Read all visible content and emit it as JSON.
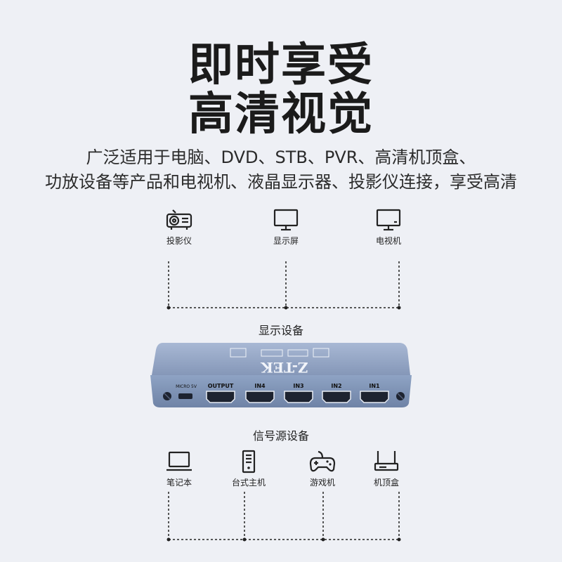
{
  "title_line1": "即时享受",
  "title_line2": "高清视觉",
  "desc_line1": "广泛适用于电脑、DVD、STB、PVR、高清机顶盒、",
  "desc_line2": "功放设备等产品和电视机、液晶显示器、投影仪连接，享受高清",
  "display_devices": [
    {
      "label": "投影仪",
      "icon": "projector-icon"
    },
    {
      "label": "显示屏",
      "icon": "monitor-icon"
    },
    {
      "label": "电视机",
      "icon": "tv-icon"
    }
  ],
  "display_section_label": "显示设备",
  "source_section_label": "信号源设备",
  "source_devices": [
    {
      "label": "笔记本",
      "icon": "laptop-icon"
    },
    {
      "label": "台式主机",
      "icon": "desktop-tower-icon"
    },
    {
      "label": "游戏机",
      "icon": "gamepad-icon"
    },
    {
      "label": "机顶盒",
      "icon": "set-top-box-icon"
    }
  ],
  "device": {
    "brand": "Z-TEK",
    "ports": [
      "MICRO 5V",
      "OUTPUT",
      "IN4",
      "IN3",
      "IN2",
      "IN1"
    ],
    "body_color": "#8ea3c4"
  }
}
